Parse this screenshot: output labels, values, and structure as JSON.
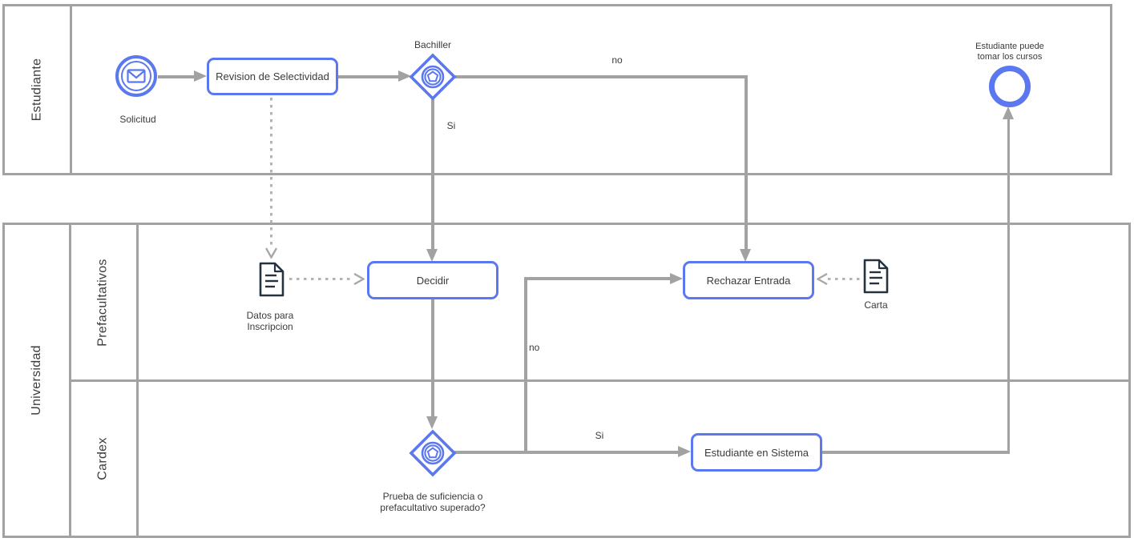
{
  "diagram": {
    "type": "BPMN swimlane process diagram",
    "colors": {
      "accent_blue": "#5B78EE",
      "flow_gray": "#A2A2A2",
      "dashed_gray": "#B4B4B4",
      "data_icon_dark": "#24333F",
      "text": "#3B3B3B"
    }
  },
  "pools": {
    "estudiante": {
      "label": "Estudiante"
    },
    "universidad": {
      "label": "Universidad",
      "lanes": {
        "prefacultativos": {
          "label": "Prefacultativos"
        },
        "cardex": {
          "label": "Cardex"
        }
      }
    }
  },
  "nodes": {
    "start_event": {
      "type": "message-start-event",
      "label": "Solicitud"
    },
    "task_revision": {
      "type": "task",
      "label": "Revision de Selectividad"
    },
    "gateway_bachiller": {
      "type": "event-based-gateway",
      "label": "Bachiller"
    },
    "data_inscripcion": {
      "type": "data-object",
      "label_line1": "Datos para",
      "label_line2": "Inscripcion"
    },
    "task_decidir": {
      "type": "task",
      "label": "Decidir"
    },
    "task_rechazar": {
      "type": "task",
      "label": "Rechazar Entrada"
    },
    "data_carta": {
      "type": "data-object",
      "label": "Carta"
    },
    "gateway_prueba": {
      "type": "event-based-gateway",
      "label_line1": "Prueba de suficiencia o",
      "label_line2": "prefacultativo superado?"
    },
    "task_sistema": {
      "type": "task",
      "label": "Estudiante en Sistema"
    },
    "end_event": {
      "type": "end-event",
      "label_line1": "Estudiante puede",
      "label_line2": "tomar los cursos"
    }
  },
  "flow_labels": {
    "bachiller_no": "no",
    "bachiller_si": "Si",
    "prueba_no": "no",
    "prueba_si": "Si"
  }
}
